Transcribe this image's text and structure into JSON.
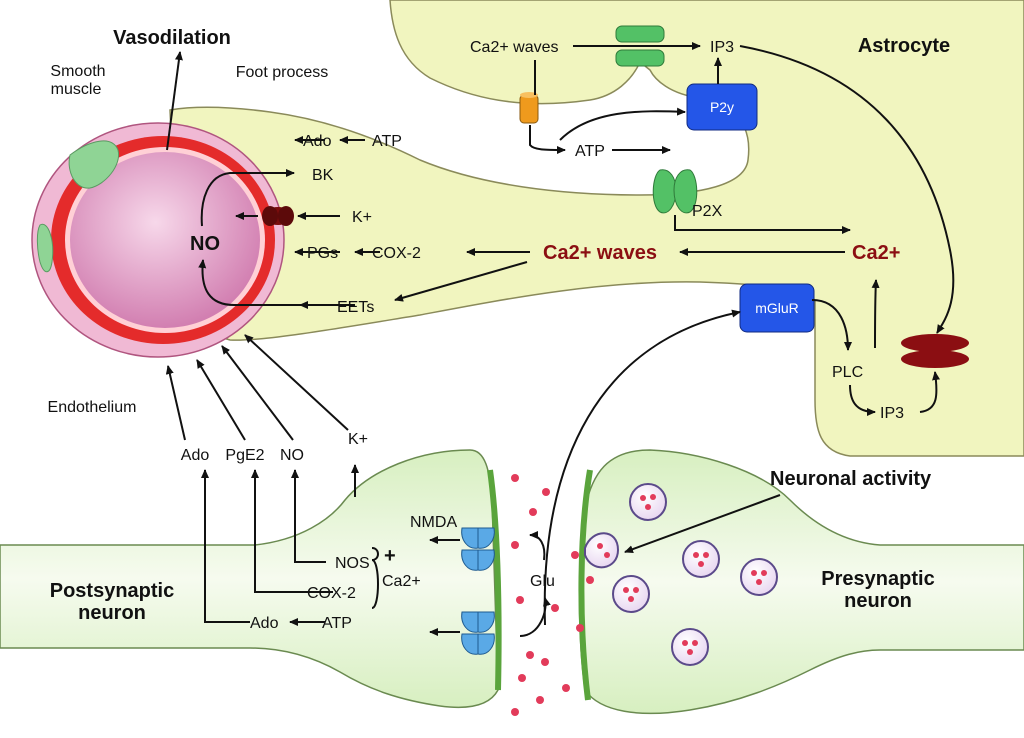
{
  "labels": {
    "vasodilation": "Vasodilation",
    "smooth_muscle_1": "Smooth",
    "smooth_muscle_2": "muscle",
    "foot_process": "Foot process",
    "endothelium": "Endothelium",
    "no_main": "NO",
    "bk": "BK",
    "k_plus": "K+",
    "ado": "Ado",
    "atp": "ATP",
    "pgs": "PGs",
    "cox2": "COX-2",
    "eets": "EETs",
    "ca_waves_big": "Ca2+ waves",
    "ca_waves_small": "Ca2+ waves",
    "ip3": "IP3",
    "astrocyte": "Astrocyte",
    "p2y": "P2y",
    "p2x": "P2X",
    "ca2": "Ca2+",
    "mglur": "mGluR",
    "plc": "PLC",
    "ado_bottom": "Ado",
    "pge2": "PgE2",
    "no_bottom": "NO",
    "k_bottom": "K+",
    "nmda": "NMDA",
    "nos": "NOS",
    "plus": "+",
    "cox2_bottom": "COX-2",
    "ca_post": "Ca2+",
    "ado_post": "Ado",
    "atp_post": "ATP",
    "glu": "Glu",
    "neuronal_activity": "Neuronal activity",
    "postsynaptic_1": "Postsynaptic",
    "postsynaptic_2": "neuron",
    "presynaptic_1": "Presynaptic",
    "presynaptic_2": "neuron"
  },
  "colors": {
    "astrocyte_fill": "#f1f5bf",
    "neuron_fill": "#e6f5cf",
    "vessel_pink": "#e6a4c9",
    "vessel_red": "#e42b2b",
    "receptor_blue": "#2456e8",
    "channel_green": "#53c166",
    "dark_red": "#8b0e12",
    "orange_channel": "#ef9a1d"
  }
}
